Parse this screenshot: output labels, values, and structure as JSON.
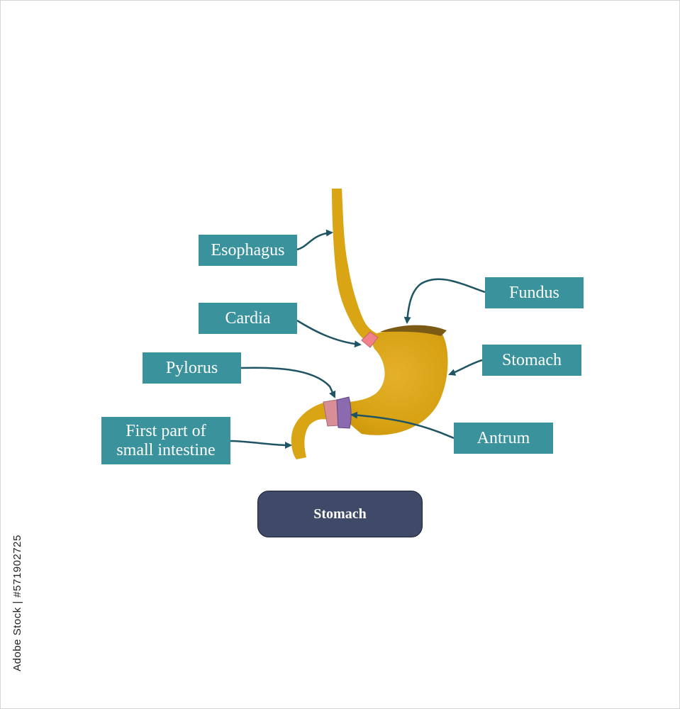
{
  "diagram": {
    "title": "Stomach",
    "labels": {
      "esophagus": "Esophagus",
      "cardia": "Cardia",
      "pylorus": "Pylorus",
      "first_part_line1": "First part of",
      "first_part_line2": "small intestine",
      "fundus": "Fundus",
      "stomach": "Stomach",
      "antrum": "Antrum"
    }
  },
  "watermark": "Adobe Stock | #571902725",
  "colors": {
    "label_bg": "#3a929c",
    "title_bg": "#3e4a68",
    "stomach_body": "#d9a514",
    "fundus": "#7a5a14",
    "cardia": "#f0808a",
    "pylorus": "#d88e96",
    "antrum": "#8b6ab0",
    "arrow": "#1f5563"
  }
}
